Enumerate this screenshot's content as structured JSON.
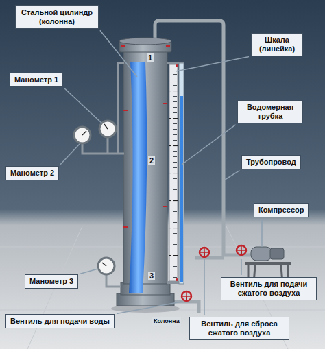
{
  "diagram": {
    "nodes": [
      {
        "text": [
          "Стальной цилиндр (колонна)"
        ]
      },
      {
        "text": [
          "Шкала (линейка)"
        ]
      },
      {
        "text": [
          "Манометр 1"
        ]
      },
      {
        "text": [
          "Водомерная трубка"
        ]
      },
      {
        "text": [
          "Манометр 2"
        ]
      },
      {
        "text": [
          "Трубопровод"
        ]
      },
      {
        "text": [
          "Компрессор"
        ]
      },
      {
        "text": [
          "Манометр 3"
        ]
      },
      {
        "text": [
          "Вентиль для подачи сжатого воздуха"
        ]
      },
      {
        "text": [
          "Вентиль для подачи воды"
        ]
      },
      {
        "text": [
          "Вентиль для сброса сжатого воздуха"
        ]
      }
    ],
    "labels": [
      "1",
      "2",
      "3",
      "Колонна"
    ]
  }
}
